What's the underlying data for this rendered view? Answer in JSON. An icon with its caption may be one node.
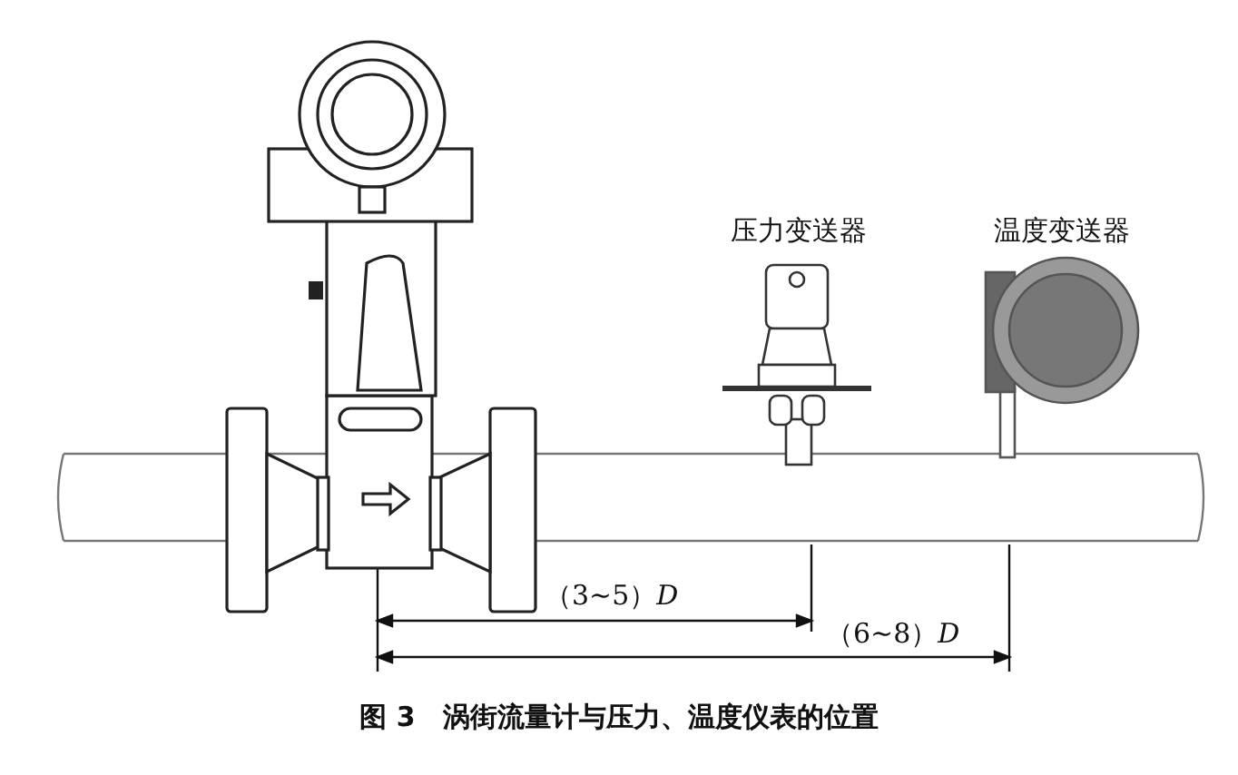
{
  "diagram": {
    "caption": "图 3　涡街流量计与压力、温度仪表的位置",
    "nodes": [
      {
        "text": [],
        "shape": "picture"
      },
      {
        "text": [
          "压力变送器"
        ]
      },
      {
        "text": [
          "温度变送器"
        ]
      }
    ],
    "labels": [
      "（3~5）*D*",
      "（6~8）*D*"
    ]
  }
}
